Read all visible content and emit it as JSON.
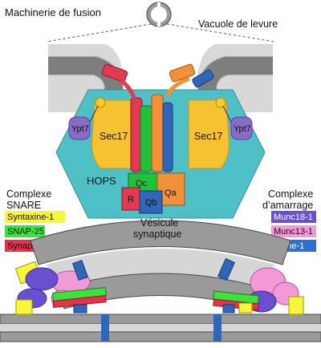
{
  "title": "Machinerie de fusion",
  "vacuole_label": "Vacuole de levure",
  "hops_label": "HOPS",
  "sec17_left": "Sec17",
  "sec17_right": "Sec17",
  "ypt7_left": "Ypt7",
  "ypt7_right": "Ypt7",
  "qc": "Qc",
  "qa": "Qa",
  "qb": "Qb",
  "r": "R",
  "snare_heading_1": "Complexe",
  "snare_heading_2": "SNARE",
  "docking_heading_1": "Complexe",
  "docking_heading_2": "d’amarrage",
  "vesicle_label_1": "Vésicule",
  "vesicle_label_2": "synaptique",
  "legend_left": [
    {
      "label": "Syntaxine-1",
      "bg": "#f7f53c",
      "fg": "#111111"
    },
    {
      "label": "SNAP-25",
      "bg": "#3ee23e",
      "fg": "#111111"
    },
    {
      "label": "Synaptobrévine",
      "bg": "#e6334b",
      "fg": "#111111"
    }
  ],
  "legend_right": [
    {
      "label": "Munc18-1",
      "bg": "#6b4fd1",
      "fg": "#ffffff"
    },
    {
      "label": "Munc13-1",
      "bg": "#f29ad8",
      "fg": "#111111"
    },
    {
      "label": "Synaptotagmine-1",
      "bg": "#2e6fd0",
      "fg": "#ffffff"
    }
  ],
  "colors": {
    "membrane_gray": "#9a9a9a",
    "membrane_light": "#d4d4d4",
    "hops_teal": "#4ec0c6",
    "sec17_orange": "#f6c232",
    "ypt7_purple": "#8a6cc8",
    "qc_green": "#22c13a",
    "qa_orange": "#f2913a",
    "qb_blue": "#2f66b8",
    "r_red": "#e23a52"
  }
}
